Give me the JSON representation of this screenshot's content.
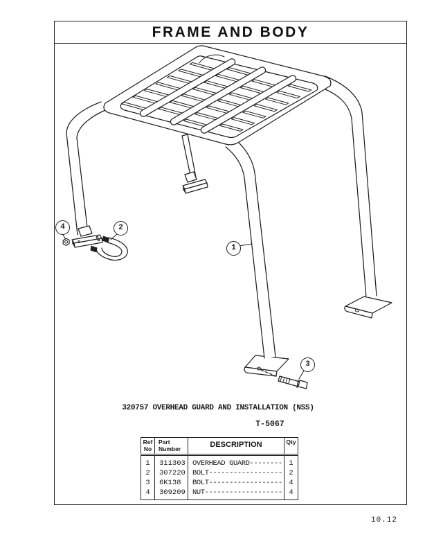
{
  "page": {
    "title": "FRAME AND BODY",
    "page_number": "10.12"
  },
  "figure": {
    "caption": "320757 OVERHEAD GUARD AND INSTALLATION (NSS)",
    "drawing_number": "T-5067",
    "callouts": [
      {
        "number": "1"
      },
      {
        "number": "2"
      },
      {
        "number": "3"
      },
      {
        "number": "4"
      }
    ]
  },
  "parts_table": {
    "headers": {
      "ref_line1": "Ref",
      "ref_line2": "No",
      "part_line1": "Part",
      "part_line2": "Number",
      "description": "DESCRIPTION",
      "qty": "Qty"
    },
    "rows": [
      {
        "ref": "1",
        "part": "311303",
        "description": "OVERHEAD GUARD--------",
        "qty": "1"
      },
      {
        "ref": "2",
        "part": "307220",
        "description": "BOLT------------------",
        "qty": "2"
      },
      {
        "ref": "3",
        "part": "6K138",
        "description": "BOLT------------------",
        "qty": "4"
      },
      {
        "ref": "4",
        "part": "309209",
        "description": "NUT-------------------",
        "qty": "4"
      }
    ]
  },
  "colors": {
    "ink": "#1f1f1f",
    "paper": "#ffffff"
  }
}
